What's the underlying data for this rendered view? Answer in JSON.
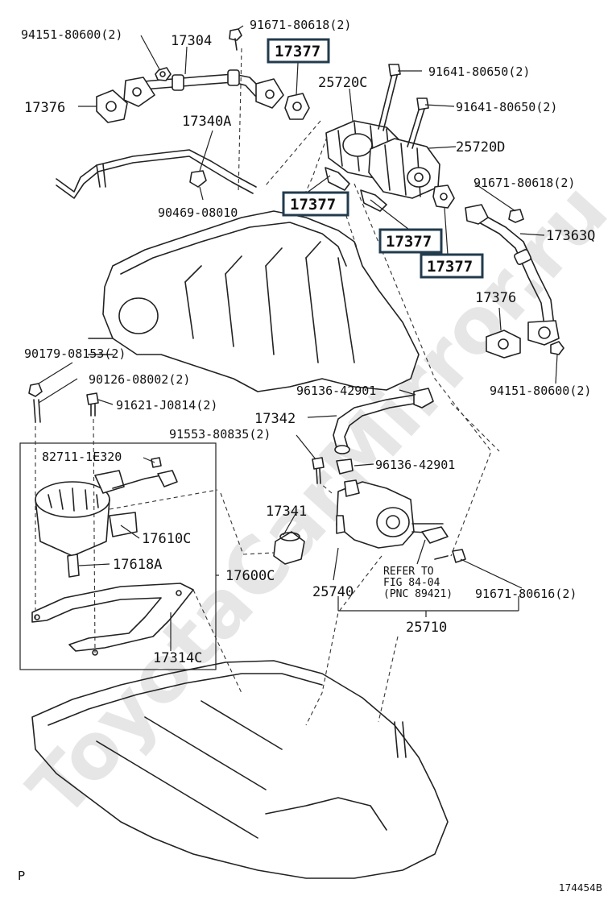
{
  "watermark": "ToyotaCarMirror.ru",
  "page_letter": "P",
  "figure_id": "174454B",
  "labels": {
    "p_94151_80600_top": "94151-80600(2)",
    "p_17304": "17304",
    "p_91671_80618_top": "91671-80618(2)",
    "p_17377_a": "17377",
    "p_25720C": "25720C",
    "p_91641_80650_a": "91641-80650(2)",
    "p_17376_left": "17376",
    "p_91641_80650_b": "91641-80650(2)",
    "p_17340A": "17340A",
    "p_25720D": "25720D",
    "p_17377_b": "17377",
    "p_91671_80618_right": "91671-80618(2)",
    "p_90469_08010": "90469-08010",
    "p_17363Q": "17363Q",
    "p_17377_c": "17377",
    "p_17377_d": "17377",
    "p_17376_right": "17376",
    "p_90179_08153": "90179-08153(2)",
    "p_90126_08002": "90126-08002(2)",
    "p_96136_42901_a": "96136-42901",
    "p_94151_80600_right": "94151-80600(2)",
    "p_91621_J0814": "91621-J0814(2)",
    "p_17342": "17342",
    "p_91553_80835": "91553-80835(2)",
    "p_82711_1E320": "82711-1E320",
    "p_96136_42901_b": "96136-42901",
    "p_17341": "17341",
    "p_17610C": "17610C",
    "p_17618A": "17618A",
    "p_17600C": "17600C",
    "p_25740": "25740",
    "p_17314C": "17314C",
    "p_25710": "25710",
    "p_91671_80616": "91671-80616(2)",
    "refer_line1": "REFER TO",
    "refer_line2": "FIG 84-04",
    "refer_line3": "(PNC 89421)"
  },
  "colors": {
    "highlight_border": "#223b4d",
    "line": "#222222",
    "watermark": "#e6e6e6"
  }
}
